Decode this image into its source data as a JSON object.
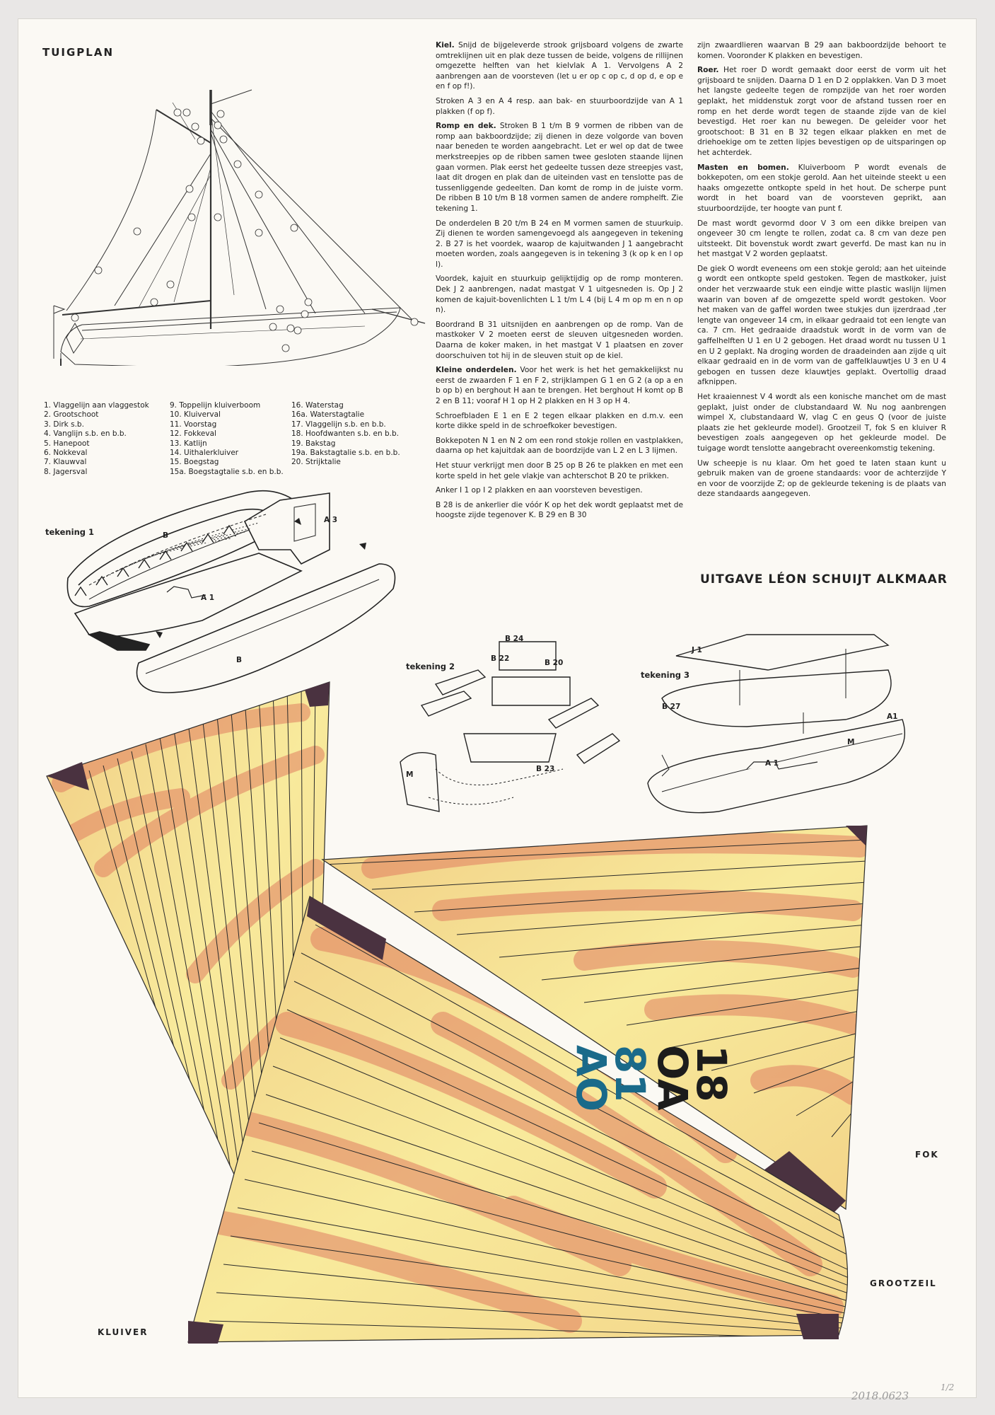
{
  "tuigplan": {
    "title": "TUIGPLAN",
    "legend_col1": [
      "1.  Vlaggelijn aan vlaggestok",
      "2.  Grootschoot",
      "3.  Dirk s.b.",
      "4.  Vanglijn s.b. en b.b.",
      "5.  Hanepoot",
      "6.  Nokkeval",
      "7.  Klauwval",
      "8.  Jagersval"
    ],
    "legend_col2": [
      "9.  Toppelijn kluiverboom",
      "10.  Kluiverval",
      "11.  Voorstag",
      "12.  Fokkeval",
      "13.  Katlijn",
      "14.  Uithalerkluiver",
      "15.  Boegstag",
      "15a. Boegstagtalie s.b. en b.b."
    ],
    "legend_col3": [
      "16.  Waterstag",
      "16a. Waterstagtalie",
      "17.  Vlaggelijn s.b. en b.b.",
      "18.  Hoofdwanten s.b. en b.b.",
      "19.  Bakstag",
      "19a. Bakstagtalie s.b. en b.b.",
      "20.  Strijktalie"
    ]
  },
  "instructions": {
    "col1": [
      {
        "head": "Kiel.",
        "body": " Snijd de bijgeleverde strook grijsboard volgens de zwarte omtreklijnen uit en plak deze tussen de beide, volgens de rillijnen omgezette helften van het kielvlak A 1. Vervolgens A 2 aanbrengen aan de voorsteven (let u er op c op c, d op d, e op e en f op f!)."
      },
      {
        "head": "",
        "body": "Stroken A 3 en A 4 resp. aan bak- en stuurboordzijde van A 1 plakken (f op f)."
      },
      {
        "head": "Romp en dek.",
        "body": " Stroken B 1 t/m B 9 vormen de ribben van de romp aan bakboordzijde; zij dienen in deze volgorde van boven naar beneden te worden aangebracht. Let er wel op dat de twee merkstreepjes op de ribben samen twee gesloten staande lijnen gaan vormen. Plak eerst het gedeelte tussen deze streepjes vast, laat dit drogen en plak dan de uiteinden vast en tenslotte pas de tussenliggende gedeelten. Dan komt de romp in de juiste vorm. De ribben B 10 t/m B 18 vormen samen de andere romphelft. Zie tekening 1."
      },
      {
        "head": "",
        "body": "De onderdelen B 20 t/m B 24 en M vormen samen de stuurkuip. Zij dienen te worden samengevoegd als aangegeven in tekening 2. B 27 is het voordek, waarop de kajuitwanden J 1 aangebracht moeten worden, zoals aangegeven is in tekening 3 (k op k en l op l)."
      },
      {
        "head": "",
        "body": "Voordek, kajuit en stuurkuip gelijktijdig op de romp monteren. Dek J 2 aanbrengen, nadat mastgat V 1 uitgesneden is. Op J 2 komen de kajuit-bovenlichten L 1 t/m L 4 (bij L 4 m op m en n op n)."
      },
      {
        "head": "",
        "body": "Boordrand B 31 uitsnijden en aanbrengen op de romp. Van de mastkoker V 2 moeten eerst de sleuven uitgesneden worden. Daarna de koker maken, in het mastgat V 1 plaatsen en zover doorschuiven tot hij in de sleuven stuit op de kiel."
      },
      {
        "head": "Kleine onderdelen.",
        "body": " Voor het werk is het het gemakkelijkst nu eerst de zwaarden F 1 en F 2, strijklampen G 1 en G 2 (a op a en b op b) en berghout H aan te brengen. Het berghout H komt op B 2 en B 11; vooraf H 1 op H 2 plakken en H 3 op H 4."
      },
      {
        "head": "",
        "body": "Schroefbladen E 1 en E 2 tegen elkaar plakken en d.m.v. een korte dikke speld in de schroefkoker bevestigen."
      },
      {
        "head": "",
        "body": "Bokkepoten N 1 en N 2 om een rond stokje rollen en vastplakken, daarna op het kajuitdak aan de boordzijde van L 2 en L 3 lijmen."
      },
      {
        "head": "",
        "body": "Het stuur verkrijgt men door B 25 op B 26 te plakken en met een korte speld in het gele vlakje van achterschot B 20 te prikken."
      },
      {
        "head": "",
        "body": "Anker I 1 op I 2 plakken en aan voorsteven bevestigen."
      },
      {
        "head": "",
        "body": "B 28 is de ankerlier die vóór K op het dek wordt geplaatst met de hoogste zijde tegenover K. B 29 en B 30"
      }
    ],
    "col2": [
      {
        "head": "",
        "body": "zijn zwaardlieren waarvan B 29 aan bakboordzijde behoort te komen. Vooronder K plakken en bevestigen."
      },
      {
        "head": "Roer.",
        "body": " Het roer D wordt gemaakt door eerst de vorm uit het grijsboard te snijden. Daarna D 1 en D 2 opplakken. Van D 3 moet het langste gedeelte tegen de rompzijde van het roer worden geplakt, het middenstuk zorgt voor de afstand tussen roer en romp en het derde wordt tegen de staande zijde van de kiel bevestigd. Het roer kan nu bewegen. De geleider voor het grootschoot: B 31 en B 32 tegen elkaar plakken en met de driehoekige om te zetten lipjes bevestigen op de uitsparingen op het achterdek."
      },
      {
        "head": "Masten en bomen.",
        "body": " Kluiverboom P wordt evenals de bokkepoten, om een stokje gerold. Aan het uiteinde steekt u een haaks omgezette ontkopte speld in het hout. De scherpe punt wordt in het board van de voorsteven geprikt, aan stuurboordzijde, ter hoogte van punt f."
      },
      {
        "head": "",
        "body": "De mast wordt gevormd door V 3 om een dikke breipen van ongeveer 30 cm lengte te rollen, zodat ca. 8 cm van deze pen uitsteekt. Dit bovenstuk wordt zwart geverfd. De mast kan nu in het mastgat V 2 worden geplaatst."
      },
      {
        "head": "",
        "body": "De giek O wordt eveneens om een stokje gerold; aan het uiteinde g wordt een ontkopte speld gestoken. Tegen de mastkoker, juist onder het verzwaarde stuk een eindje witte plastic waslijn lijmen waarin van boven af de omgezette speld wordt gestoken. Voor het maken van de gaffel worden twee stukjes dun ijzerdraad ,ter lengte van ongeveer 14 cm, in elkaar gedraaid tot een lengte van ca. 7 cm. Het gedraaide draadstuk wordt in de vorm van de gaffelhelften U 1 en U 2 gebogen. Het draad wordt nu tussen U 1 en U 2 geplakt. Na droging worden de draadeinden aan zijde q uit elkaar gedraaid en in de vorm van de gaffelklauwtjes U 3 en U 4 gebogen en tussen deze klauwtjes geplakt. Overtollig draad afknippen."
      },
      {
        "head": "",
        "body": "Het kraaiennest V 4 wordt als een konische manchet om de mast geplakt, juist onder de clubstandaard W. Nu nog aanbrengen wimpel X, clubstandaard W, vlag C en geus Q (voor de juiste plaats zie het gekleurde model). Grootzeil T, fok S en kluiver R bevestigen zoals aangegeven op het gekleurde model. De tuigage wordt tenslotte aangebracht overeenkomstig tekening."
      },
      {
        "head": "",
        "body": "Uw scheepje is nu klaar. Om het goed te laten staan kunt u gebruik maken van de groene standaards: voor de achterzijde Y en voor de voorzijde Z; op de gekleurde tekening is de plaats van deze standaards aangegeven."
      }
    ],
    "publisher": "UITGAVE LÉON SCHUIJT ALKMAAR"
  },
  "drawings": {
    "t1": {
      "label": "tekening 1",
      "parts": [
        "B",
        "A 3",
        "A 1",
        "B"
      ]
    },
    "t2": {
      "label": "tekening 2",
      "parts": [
        "B 24",
        "B 22",
        "B 20",
        "M",
        "B 23"
      ]
    },
    "t3": {
      "label": "tekening 3",
      "parts": [
        "J 1",
        "B 27",
        "A1",
        "M",
        "A 1"
      ]
    }
  },
  "sails": {
    "kluiver": "KLUIVER",
    "fok": "FOK",
    "grootzeil": "GROOTZEIL",
    "reg_black": [
      "18",
      "OA"
    ],
    "reg_blue": [
      "81",
      "AO"
    ]
  },
  "inventory": {
    "number": "2018.0623",
    "page": "1/2"
  },
  "colors": {
    "sail_base": "#f8e89a",
    "sail_wash": "#e8866a",
    "sail_dark": "#4a3240",
    "reg_black": "#1c1c1c",
    "reg_blue": "#1a6a8a"
  }
}
